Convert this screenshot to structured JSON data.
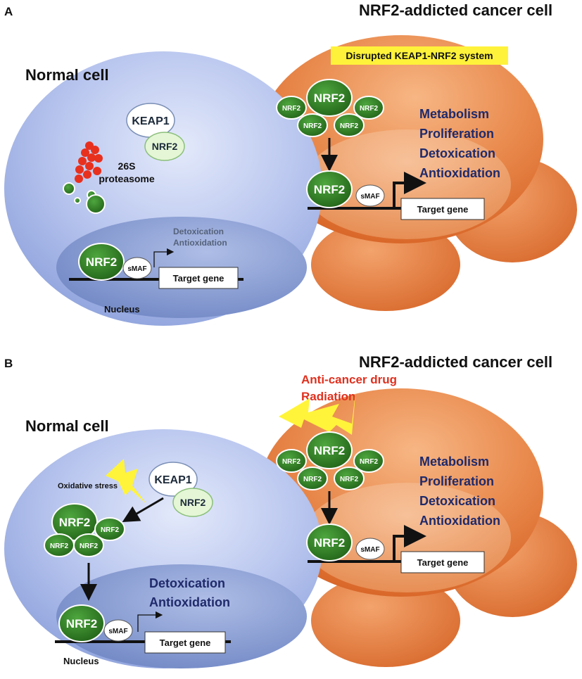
{
  "panel_a": {
    "letter": "A",
    "cancer_title": "NRF2-addicted cancer cell",
    "normal_title": "Normal cell",
    "banner": "Disrupted KEAP1-NRF2 system",
    "keap1": "KEAP1",
    "nrf2_bound": "NRF2",
    "proteasome_line1": "26S",
    "proteasome_line2": "proteasome",
    "nucleus": "Nucleus",
    "normal_nrf2": "NRF2",
    "normal_smaf": "sMAF",
    "normal_gene": "Target gene",
    "normal_effect_1": "Detoxication",
    "normal_effect_2": "Antioxidation",
    "cancer_nrf2_main": "NRF2",
    "cancer_nrf2_small": [
      "NRF2",
      "NRF2",
      "NRF2",
      "NRF2"
    ],
    "cancer_nrf2_nuclear": "NRF2",
    "cancer_smaf": "sMAF",
    "cancer_gene": "Target gene",
    "cancer_effects": [
      "Metabolism",
      "Proliferation",
      "Detoxication",
      "Antioxidation"
    ]
  },
  "panel_b": {
    "letter": "B",
    "cancer_title": "NRF2-addicted cancer cell",
    "normal_title": "Normal cell",
    "drug_line1": "Anti-cancer drug",
    "drug_line2": "Radiation",
    "stress": "Oxidative stress",
    "keap1": "KEAP1",
    "nrf2_bound": "NRF2",
    "normal_nrf2_main": "NRF2",
    "normal_nrf2_small": [
      "NRF2",
      "NRF2",
      "NRF2"
    ],
    "nucleus": "Nucleus",
    "normal_nrf2_nuclear": "NRF2",
    "normal_smaf": "sMAF",
    "normal_gene": "Target gene",
    "normal_effect_1": "Detoxication",
    "normal_effect_2": "Antioxidation",
    "cancer_nrf2_main": "NRF2",
    "cancer_nrf2_small": [
      "NRF2",
      "NRF2",
      "NRF2",
      "NRF2"
    ],
    "cancer_nrf2_nuclear": "NRF2",
    "cancer_smaf": "sMAF",
    "cancer_gene": "Target gene",
    "cancer_effects": [
      "Metabolism",
      "Proliferation",
      "Detoxication",
      "Antioxidation"
    ]
  },
  "colors": {
    "nrf2_green": "#2e7d22",
    "nrf2_light": "#e4f6d6",
    "cancer_orange": "#e07a3a",
    "normal_blue": "#b4c2ec",
    "nucleus_blue": "#8a9fd3",
    "navy_text": "#1f2a6b",
    "banner_yellow": "#fff23a",
    "bolt_yellow": "#fff43a",
    "drug_red": "#e0301e",
    "proteasome_red": "#e8301e"
  }
}
